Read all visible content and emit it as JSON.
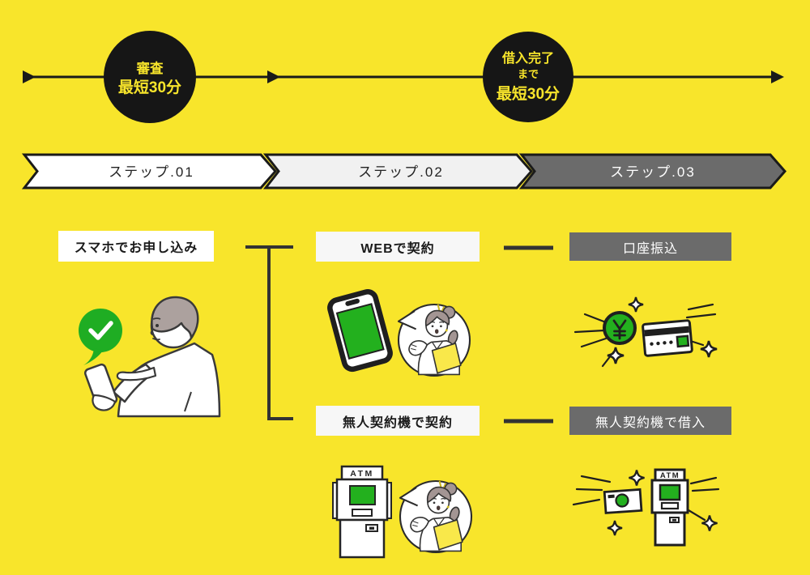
{
  "colors": {
    "background": "#F8E52B",
    "ink": "#1A1A1A",
    "accent-green": "#23B01E",
    "step-dark": "#6B6B6B",
    "step-light": "#F1F1F1",
    "box-white": "#FFFFFF"
  },
  "timeline": {
    "badge_screening": {
      "line1": "審査",
      "line2": "最短30分"
    },
    "badge_borrowing": {
      "line1": "借入完了",
      "line2": "まで",
      "line3": "最短30分"
    }
  },
  "steps": [
    {
      "label": "ステップ.01"
    },
    {
      "label": "ステップ.02"
    },
    {
      "label": "ステップ.03"
    }
  ],
  "flow": {
    "apply_label": "スマホでお申し込み",
    "web_contract_label": "WEBで契約",
    "bank_transfer_label": "口座振込",
    "machine_contract_label": "無人契約機で契約",
    "machine_borrow_label": "無人契約機で借入",
    "atm_label": "ATM"
  }
}
